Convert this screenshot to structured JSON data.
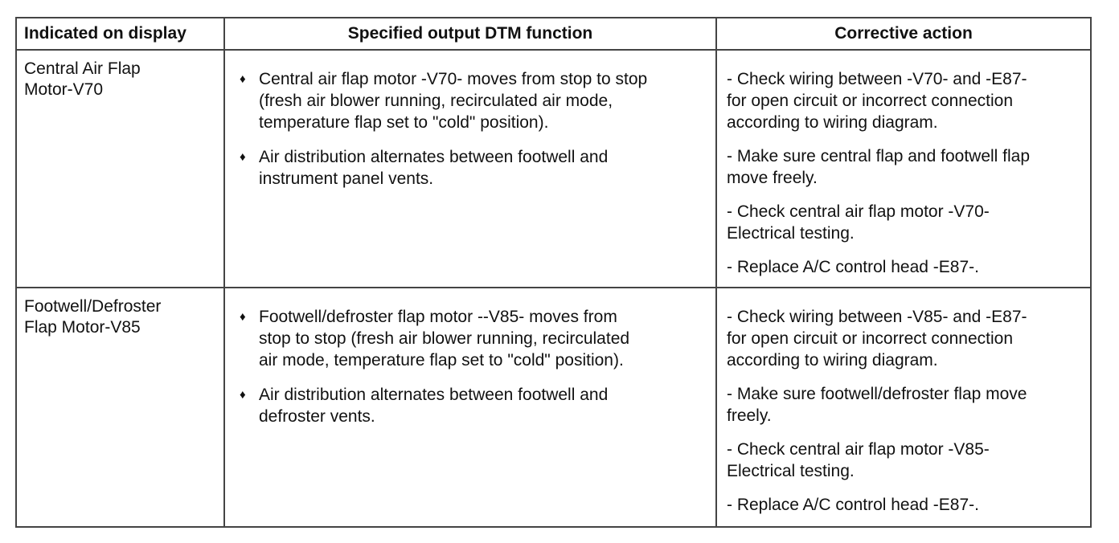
{
  "headers": [
    "Indicated on display",
    "Specified output DTM function",
    "Corrective action"
  ],
  "bullet_glyph": "♦",
  "rows": [
    {
      "indicated": [
        "Central Air Flap",
        "Motor-V70"
      ],
      "functions": [
        [
          "Central air flap motor -V70- moves from stop to stop",
          "(fresh air blower running, recirculated air mode,",
          "temperature flap set to \"cold\" position)."
        ],
        [
          "Air distribution alternates between footwell and",
          "instrument panel vents."
        ]
      ],
      "actions": [
        [
          "- Check wiring between -V70- and -E87-",
          "for open circuit or incorrect connection",
          "according to wiring diagram."
        ],
        [
          "- Make sure central flap and footwell flap",
          "move freely."
        ],
        [
          "- Check central air flap motor -V70-",
          "Electrical testing."
        ],
        [
          "- Replace A/C control head -E87-."
        ]
      ]
    },
    {
      "indicated": [
        "Footwell/Defroster",
        "Flap Motor-V85"
      ],
      "functions": [
        [
          "Footwell/defroster flap motor --V85- moves from",
          "stop to stop (fresh air blower running, recirculated",
          "air mode, temperature flap set to \"cold\" position)."
        ],
        [
          "Air distribution alternates between footwell and",
          "defroster vents."
        ]
      ],
      "actions": [
        [
          "- Check wiring between -V85- and -E87-",
          "for open circuit or incorrect connection",
          "according to wiring diagram."
        ],
        [
          "- Make sure footwell/defroster flap move",
          "freely."
        ],
        [
          "- Check central air flap motor -V85-",
          "Electrical testing."
        ],
        [
          "- Replace A/C control head -E87-."
        ]
      ]
    }
  ]
}
